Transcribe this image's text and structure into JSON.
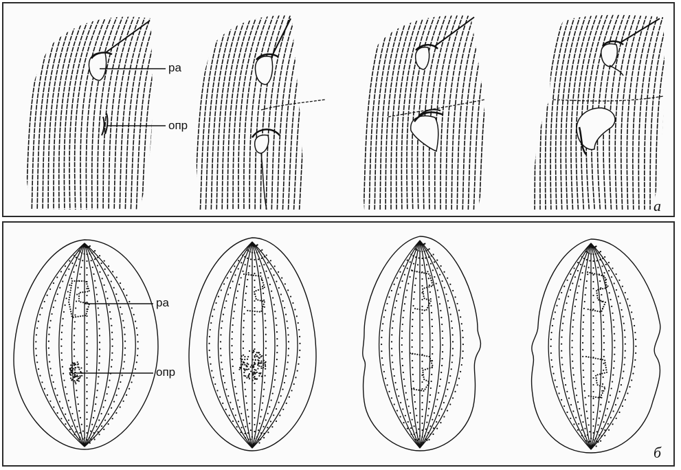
{
  "panel_a": {
    "letter": "а",
    "labels": {
      "oral_apparatus": "ра",
      "oral_primordium": "опр"
    }
  },
  "panel_b": {
    "letter": "б",
    "labels": {
      "oral_apparatus": "ра",
      "oral_primordium": "опр"
    }
  }
}
